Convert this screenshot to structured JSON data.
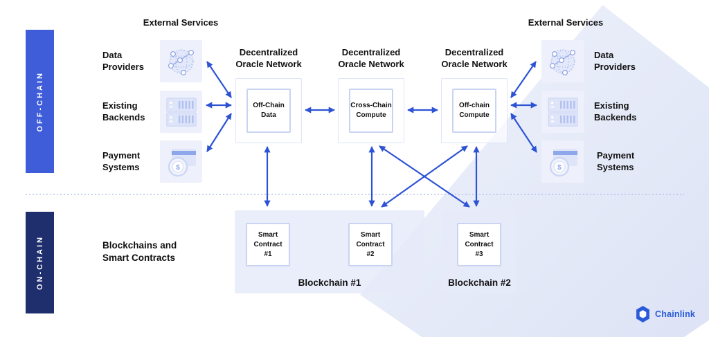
{
  "sidebar": {
    "offchain_label": "OFF-CHAIN",
    "onchain_label": "ON-CHAIN"
  },
  "left": {
    "heading": "External Services",
    "items": [
      {
        "label": "Data\nProviders",
        "icon": "network-globe-icon"
      },
      {
        "label": "Existing\nBackends",
        "icon": "servers-icon"
      },
      {
        "label": "Payment\nSystems",
        "icon": "payment-card-icon"
      }
    ]
  },
  "right": {
    "heading": "External Services",
    "items": [
      {
        "label": "Data\nProviders",
        "icon": "network-globe-icon"
      },
      {
        "label": "Existing\nBackends",
        "icon": "servers-icon"
      },
      {
        "label": "Payment\nSystems",
        "icon": "payment-card-icon"
      }
    ]
  },
  "dons": [
    {
      "title": "Decentralized\nOracle Network",
      "node": "Off-Chain\nData"
    },
    {
      "title": "Decentralized\nOracle Network",
      "node": "Cross-Chain\nCompute"
    },
    {
      "title": "Decentralized\nOracle Network",
      "node": "Off-chain\nCompute"
    }
  ],
  "onchain_section": {
    "label": "Blockchains and\nSmart Contracts",
    "blockchains": [
      {
        "label": "Blockchain #1",
        "contracts": [
          "Smart\nContract\n#1",
          "Smart\nContract\n#2"
        ]
      },
      {
        "label": "Blockchain #2",
        "contracts": [
          "Smart\nContract\n#3"
        ]
      }
    ]
  },
  "logo": {
    "label": "Chainlink"
  },
  "colors": {
    "offchain_bar": "#3f5dd9",
    "onchain_bar": "#1f2f6d",
    "arrow": "#2d53d5",
    "separator": "#b3c2ec",
    "logo_blue": "#2a5ada"
  }
}
